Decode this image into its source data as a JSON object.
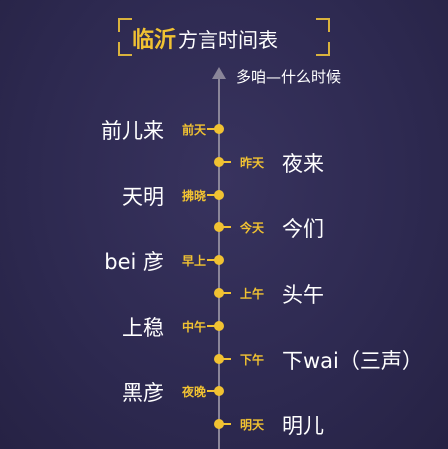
{
  "title": {
    "main": "临沂",
    "sub": "方言时间表"
  },
  "axis": {
    "caption": "多咱—什么时候"
  },
  "colors": {
    "background": "#2f2b52",
    "accent": "#f1c232",
    "text": "#ffffff",
    "axis": "#8a8599"
  },
  "entries": [
    {
      "time": "前天",
      "dialect": "前儿来",
      "side": "left"
    },
    {
      "time": "昨天",
      "dialect": "夜来",
      "side": "right"
    },
    {
      "time": "拂晓",
      "dialect": "天明",
      "side": "left"
    },
    {
      "time": "今天",
      "dialect": "今们",
      "side": "right"
    },
    {
      "time": "早上",
      "dialect": "bei 彦",
      "side": "left"
    },
    {
      "time": "上午",
      "dialect": "头午",
      "side": "right"
    },
    {
      "time": "中午",
      "dialect": "上稳",
      "side": "left"
    },
    {
      "time": "下午",
      "dialect": "下wai（三声）",
      "side": "right"
    },
    {
      "time": "夜晚",
      "dialect": "黑彦",
      "side": "left"
    },
    {
      "time": "明天",
      "dialect": "明儿",
      "side": "right"
    }
  ]
}
